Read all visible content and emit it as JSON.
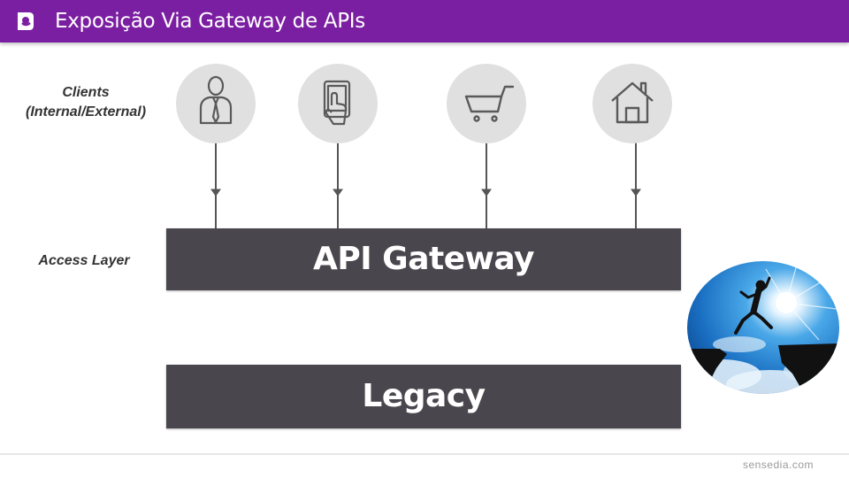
{
  "header": {
    "title": "Exposição Via Gateway de APIs",
    "logo_icon": "sensedia-logo-icon",
    "background_color": "#7b1fa2"
  },
  "labels": {
    "clients_line1": "Clients",
    "clients_line2": "(Internal/External)",
    "access_layer": "Access Layer"
  },
  "clients": [
    {
      "icon": "businessman-icon"
    },
    {
      "icon": "tablet-touch-icon"
    },
    {
      "icon": "shopping-cart-icon"
    },
    {
      "icon": "house-icon"
    }
  ],
  "layers": {
    "gateway": "API Gateway",
    "legacy": "Legacy",
    "bar_color": "#4a464e"
  },
  "photo": {
    "subject": "person-jumping-gap-image"
  },
  "footer": {
    "brand": "sensedia.com"
  }
}
